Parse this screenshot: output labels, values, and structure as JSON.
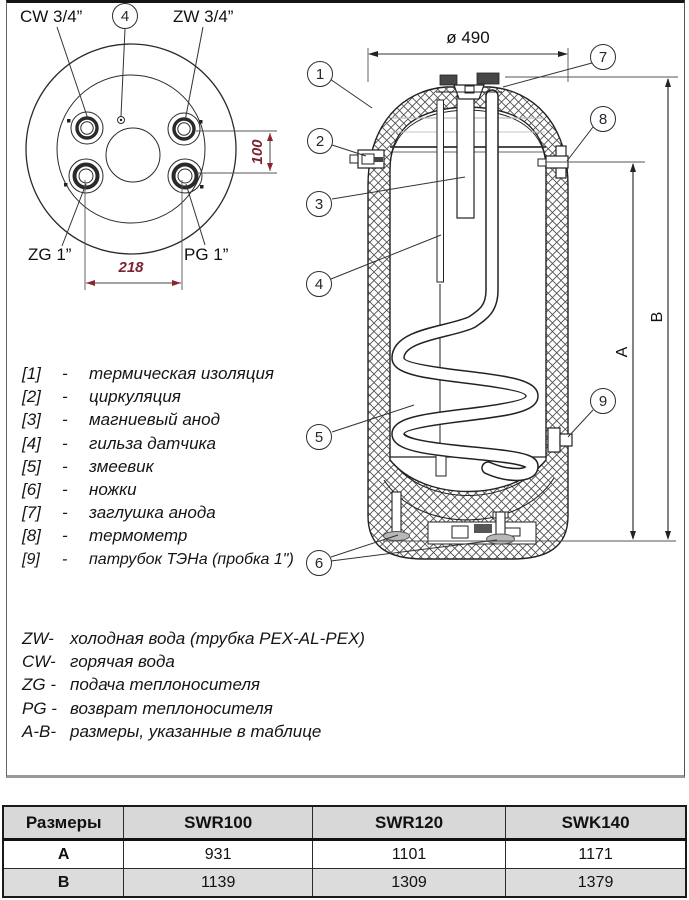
{
  "top_view": {
    "labels": {
      "cw": "CW 3/4”",
      "zw": "ZW 3/4”",
      "zg": "ZG 1”",
      "pg": "PG 1”"
    },
    "callout_4": "4",
    "dim_height": "100",
    "dim_width": "218"
  },
  "section_view": {
    "dim_diameter": "ø 490",
    "dim_a": "A",
    "dim_b": "B",
    "callouts": [
      "1",
      "2",
      "3",
      "4",
      "5",
      "6",
      "7",
      "8",
      "9"
    ]
  },
  "legend": {
    "items": [
      {
        "num": "[1]",
        "dash": "-",
        "text": "термическая изоляция"
      },
      {
        "num": "[2]",
        "dash": "-",
        "text": "циркуляция"
      },
      {
        "num": "[3]",
        "dash": "-",
        "text": "магниевый анод"
      },
      {
        "num": "[4]",
        "dash": "-",
        "text": "гильза датчика"
      },
      {
        "num": "[5]",
        "dash": "-",
        "text": "змеевик"
      },
      {
        "num": "[6]",
        "dash": "-",
        "text": "ножки"
      },
      {
        "num": "[7]",
        "dash": "-",
        "text": "заглушка анода"
      },
      {
        "num": "[8]",
        "dash": "-",
        "text": "термометр"
      },
      {
        "num": "[9]",
        "dash": "-",
        "text": "патрубок ТЭНа (пробка 1\")"
      }
    ]
  },
  "abbreviations": {
    "items": [
      {
        "key": "ZW-",
        "text": "холодная вода (трубка PEX-AL-PEX)"
      },
      {
        "key": "CW-",
        "text": "горячая вода"
      },
      {
        "key": "ZG -",
        "text": "подача теплоносителя"
      },
      {
        "key": "PG -",
        "text": "возврат теплоносителя"
      },
      {
        "key": "A-B-",
        "text": "размеры, указанные в таблице"
      }
    ]
  },
  "table": {
    "headers": [
      "Размеры",
      "SWR100",
      "SWR120",
      "SWK140"
    ],
    "rows": [
      {
        "label": "A",
        "values": [
          "931",
          "1101",
          "1171"
        ]
      },
      {
        "label": "B",
        "values": [
          "1139",
          "1309",
          "1379"
        ]
      }
    ]
  }
}
